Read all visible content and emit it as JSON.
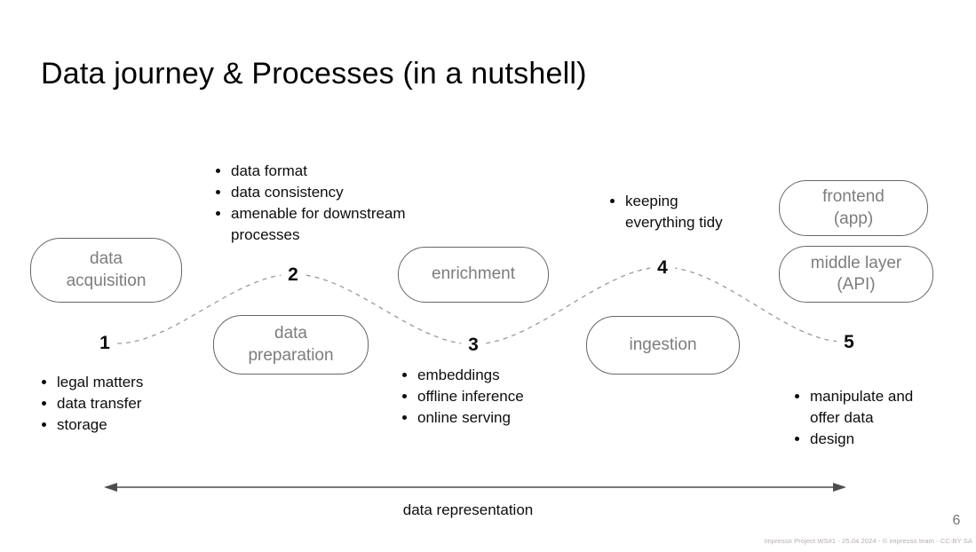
{
  "title": "Data journey & Processes (in a nutshell)",
  "boxes": {
    "data_acquisition": {
      "lines": [
        "data",
        "acquisition"
      ]
    },
    "data_preparation": {
      "lines": [
        "data",
        "preparation"
      ]
    },
    "enrichment": {
      "lines": [
        "enrichment"
      ]
    },
    "ingestion": {
      "lines": [
        "ingestion"
      ]
    },
    "frontend": {
      "lines": [
        "frontend",
        "(app)"
      ]
    },
    "middle_layer": {
      "lines": [
        "middle layer",
        "(API)"
      ]
    }
  },
  "steps": {
    "s1": {
      "number": "1",
      "bullets": [
        "legal matters",
        "data transfer",
        "storage"
      ]
    },
    "s2": {
      "number": "2",
      "bullets": [
        "data format",
        "data consistency",
        "amenable for downstream processes"
      ]
    },
    "s3": {
      "number": "3",
      "bullets": [
        "embeddings",
        "offline inference",
        "online serving"
      ]
    },
    "s4": {
      "number": "4",
      "bullets": [
        "keeping everything tidy"
      ]
    },
    "s5": {
      "number": "5",
      "bullets": [
        "manipulate and offer data",
        "design"
      ]
    }
  },
  "axis": {
    "label": "data representation"
  },
  "footer": {
    "credits": "Impresso Project  WS#1 - 25.04.2024 - © impresso team - CC-BY SA",
    "page_number": "6"
  },
  "colors": {
    "box_border": "#666666",
    "box_text": "#7d7d7d",
    "curve_dash": "#9a9a9a",
    "arrow": "#4d4d4d",
    "body_text": "#0d0d0d",
    "muted_text": "#757575",
    "credits_text": "#b6adab"
  }
}
